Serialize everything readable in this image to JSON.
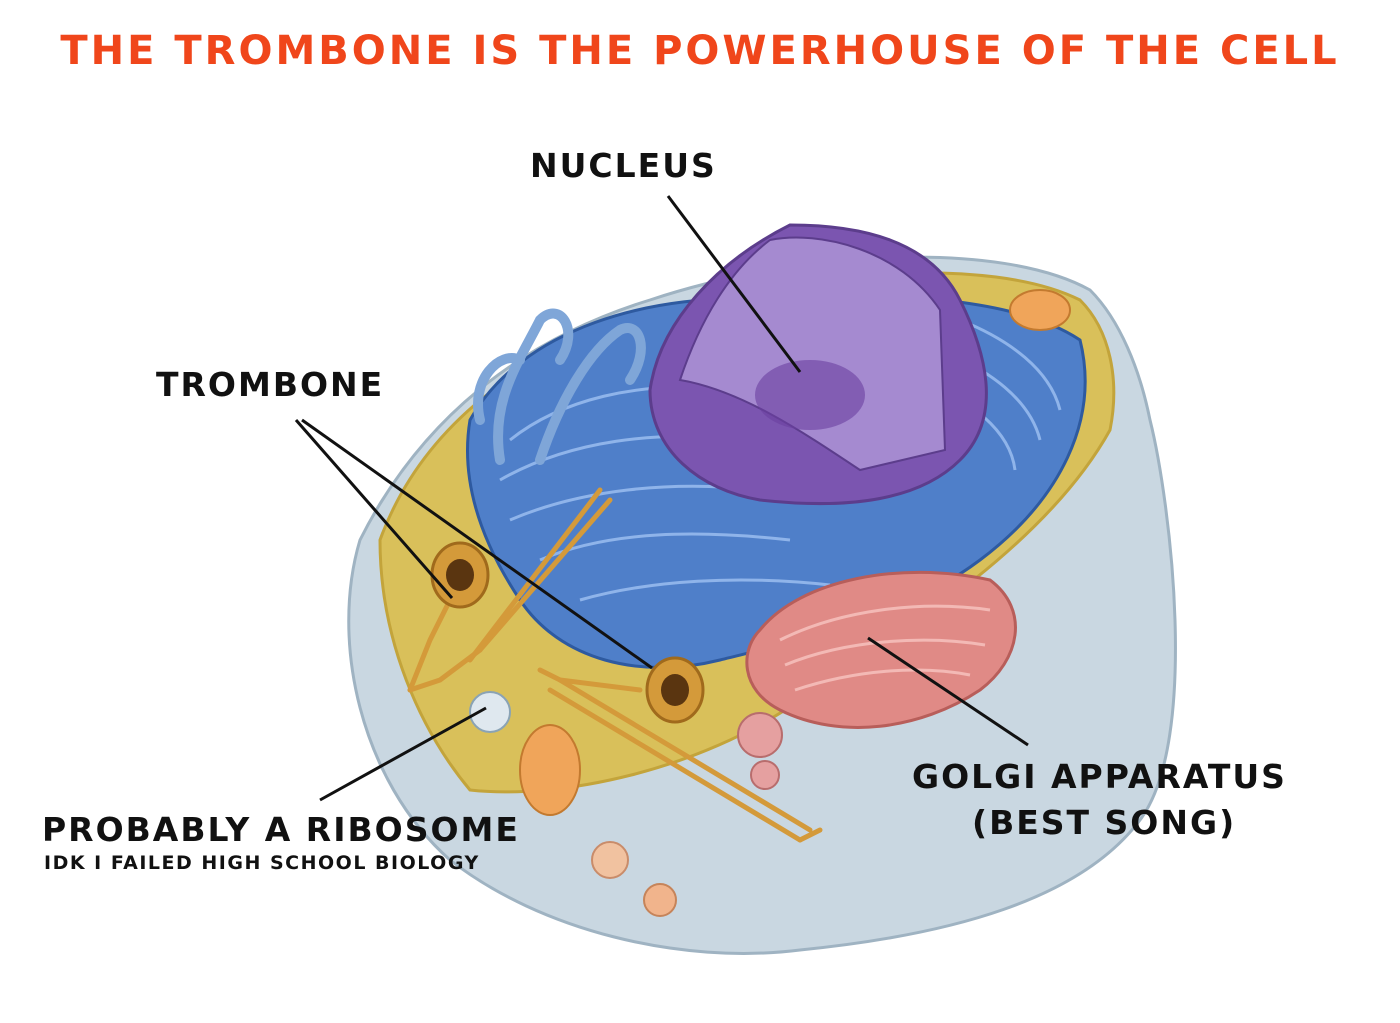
{
  "title": "THE TROMBONE IS THE POWERHOUSE OF THE CELL",
  "labels": {
    "nucleus": "NUCLEUS",
    "trombone": "TROMBONE",
    "ribosome": "PROBABLY A RIBOSOME",
    "ribosome_note": "IDK I FAILED HIGH SCHOOL BIOLOGY",
    "golgi_line1": "GOLGI APPARATUS",
    "golgi_line2": "(BEST SONG)"
  },
  "colors": {
    "title": "#f0461b",
    "cytoplasm": "#d9c05a",
    "membrane": "#b9cad6",
    "er": "#4f7fc9",
    "nucleus": "#7b55b0",
    "golgi": "#e08a86",
    "brass": "#d49a3a"
  }
}
